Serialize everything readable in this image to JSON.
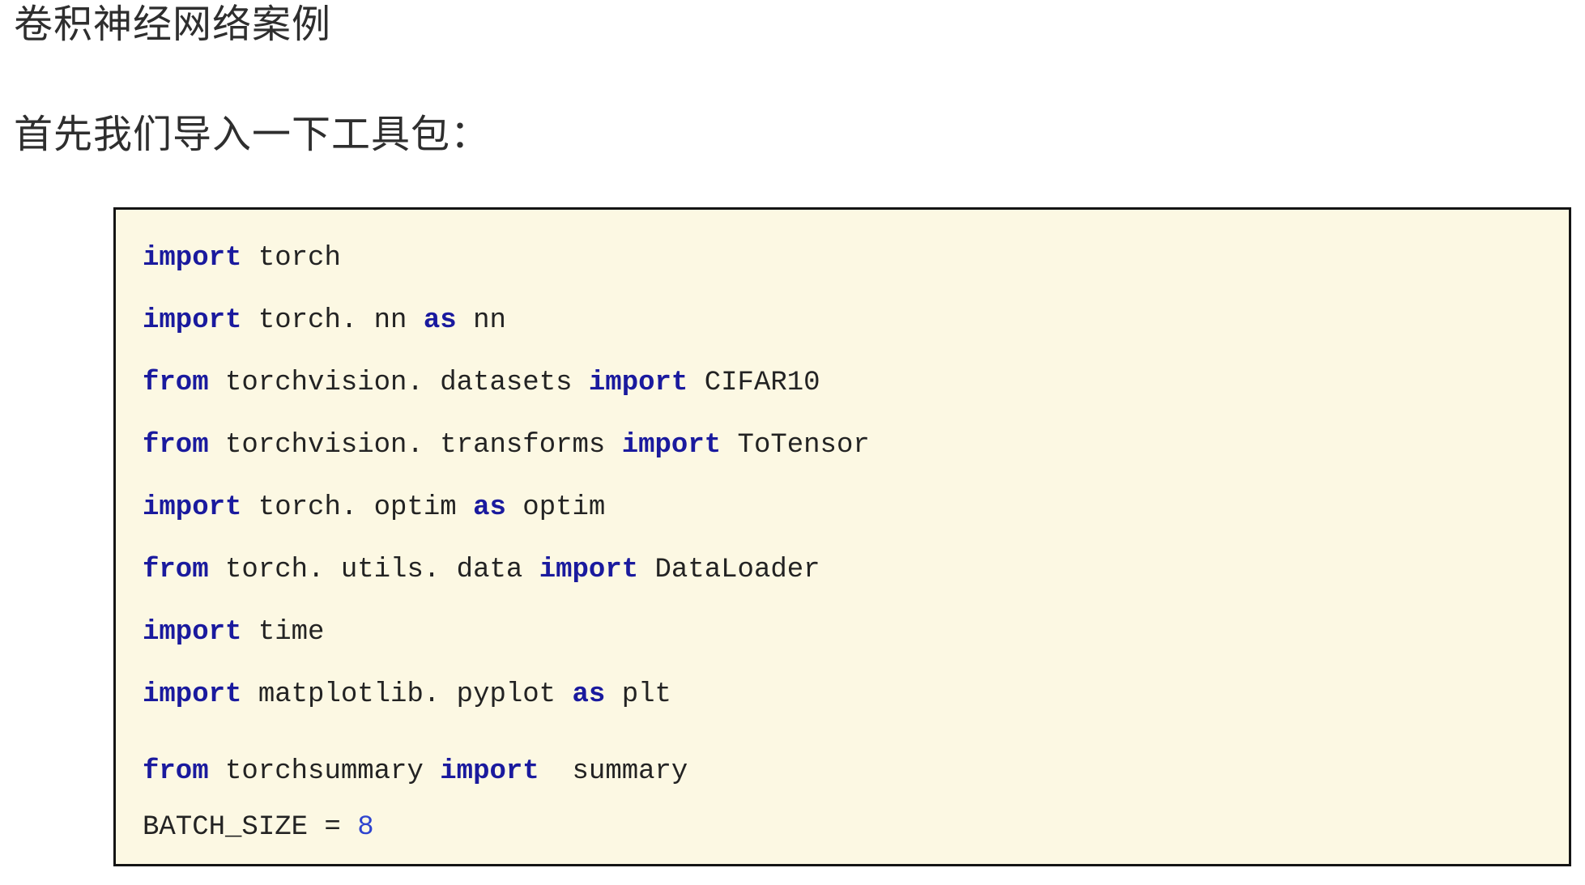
{
  "page": {
    "title": "卷积神经网络案例",
    "intro": "首先我们导入一下工具包："
  },
  "colors": {
    "page_background": "#ffffff",
    "heading_text": "#2e2e2e",
    "code_background": "#fcf8e3",
    "code_border": "#141414",
    "code_text": "#232323",
    "code_keyword": "#1a1a9e",
    "code_number": "#2e44cf"
  },
  "code_block": {
    "language": "python",
    "lines": [
      {
        "spacing": "normal",
        "tokens": [
          {
            "t": "import",
            "k": "kw"
          },
          {
            "t": " torch",
            "k": "p"
          }
        ]
      },
      {
        "spacing": "normal",
        "tokens": [
          {
            "t": "import",
            "k": "kw"
          },
          {
            "t": " torch. nn ",
            "k": "p"
          },
          {
            "t": "as",
            "k": "kw"
          },
          {
            "t": " nn",
            "k": "p"
          }
        ]
      },
      {
        "spacing": "normal",
        "tokens": [
          {
            "t": "from",
            "k": "kw"
          },
          {
            "t": " torchvision. datasets ",
            "k": "p"
          },
          {
            "t": "import",
            "k": "kw"
          },
          {
            "t": " CIFAR10",
            "k": "p"
          }
        ]
      },
      {
        "spacing": "normal",
        "tokens": [
          {
            "t": "from",
            "k": "kw"
          },
          {
            "t": " torchvision. transforms ",
            "k": "p"
          },
          {
            "t": "import",
            "k": "kw"
          },
          {
            "t": " ToTensor",
            "k": "p"
          }
        ]
      },
      {
        "spacing": "normal",
        "tokens": [
          {
            "t": "import",
            "k": "kw"
          },
          {
            "t": " torch. optim ",
            "k": "p"
          },
          {
            "t": "as",
            "k": "kw"
          },
          {
            "t": " optim",
            "k": "p"
          }
        ]
      },
      {
        "spacing": "normal",
        "tokens": [
          {
            "t": "from",
            "k": "kw"
          },
          {
            "t": " torch. utils. data ",
            "k": "p"
          },
          {
            "t": "import",
            "k": "kw"
          },
          {
            "t": " DataLoader",
            "k": "p"
          }
        ]
      },
      {
        "spacing": "normal",
        "tokens": [
          {
            "t": "import",
            "k": "kw"
          },
          {
            "t": " time",
            "k": "p"
          }
        ]
      },
      {
        "spacing": "normal",
        "tokens": [
          {
            "t": "import",
            "k": "kw"
          },
          {
            "t": " matplotlib. pyplot ",
            "k": "p"
          },
          {
            "t": "as",
            "k": "kw"
          },
          {
            "t": " plt",
            "k": "p"
          }
        ]
      },
      {
        "spacing": "wide",
        "tokens": [
          {
            "t": "from",
            "k": "kw"
          },
          {
            "t": " torchsummary ",
            "k": "p"
          },
          {
            "t": "import",
            "k": "kw"
          },
          {
            "t": "  summary",
            "k": "p"
          }
        ]
      },
      {
        "spacing": "tight",
        "tokens": [
          {
            "t": "BATCH_SIZE = ",
            "k": "p"
          },
          {
            "t": "8",
            "k": "n"
          }
        ]
      }
    ]
  }
}
